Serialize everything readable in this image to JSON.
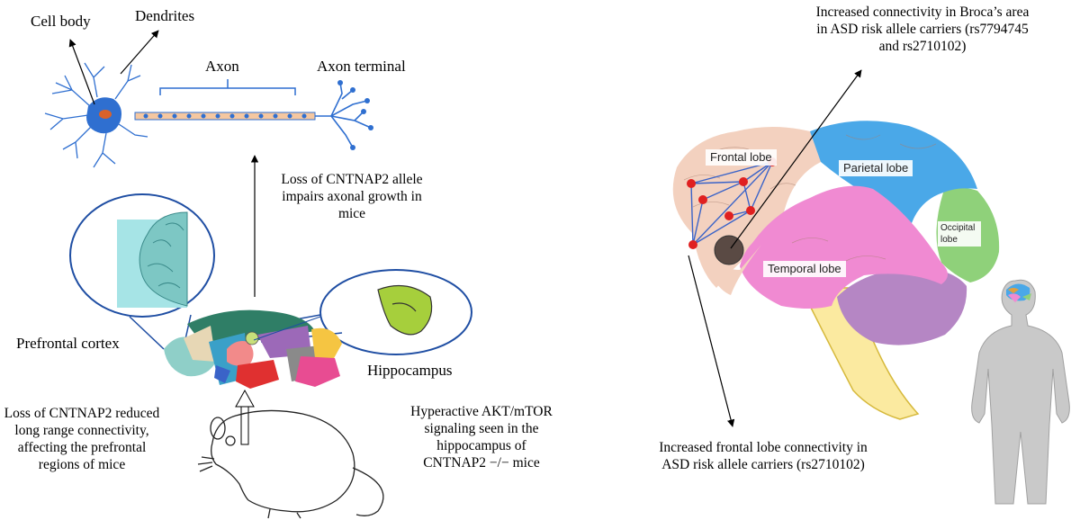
{
  "neuron": {
    "cell_body": "Cell body",
    "dendrites": "Dendrites",
    "axon": "Axon",
    "axon_terminal": "Axon terminal",
    "axon_note": "Loss of CNTNAP2 allele impairs axonal growth in mice"
  },
  "mouse": {
    "prefrontal_cortex": "Prefrontal cortex",
    "hippocampus": "Hippocampus",
    "prefrontal_note": "Loss of CNTNAP2 reduced long range connectivity, affecting the prefrontal regions of mice",
    "hippocampus_note": "Hyperactive AKT/mTOR signaling seen in the hippocampus of CNTNAP2 −/− mice"
  },
  "brain": {
    "frontal_lobe": "Frontal lobe",
    "parietal_lobe": "Parietal lobe",
    "occipital_lobe": "Occipital lobe",
    "temporal_lobe": "Temporal lobe",
    "broca_note": "Increased connectivity in Broca’s area in ASD risk allele carriers (rs7794745 and rs2710102)",
    "frontal_note": "Increased frontal lobe connectivity in ASD risk allele carriers (rs2710102)"
  },
  "colors": {
    "neuron_blue": "#2f6fd0",
    "frontal": "#f3d1bf",
    "parietal": "#4aa8e8",
    "temporal": "#f08ad2",
    "occipital": "#8fd17a",
    "cerebellum": "#b586c4",
    "brainstem": "#fbeaa0",
    "node_red": "#e02020"
  }
}
